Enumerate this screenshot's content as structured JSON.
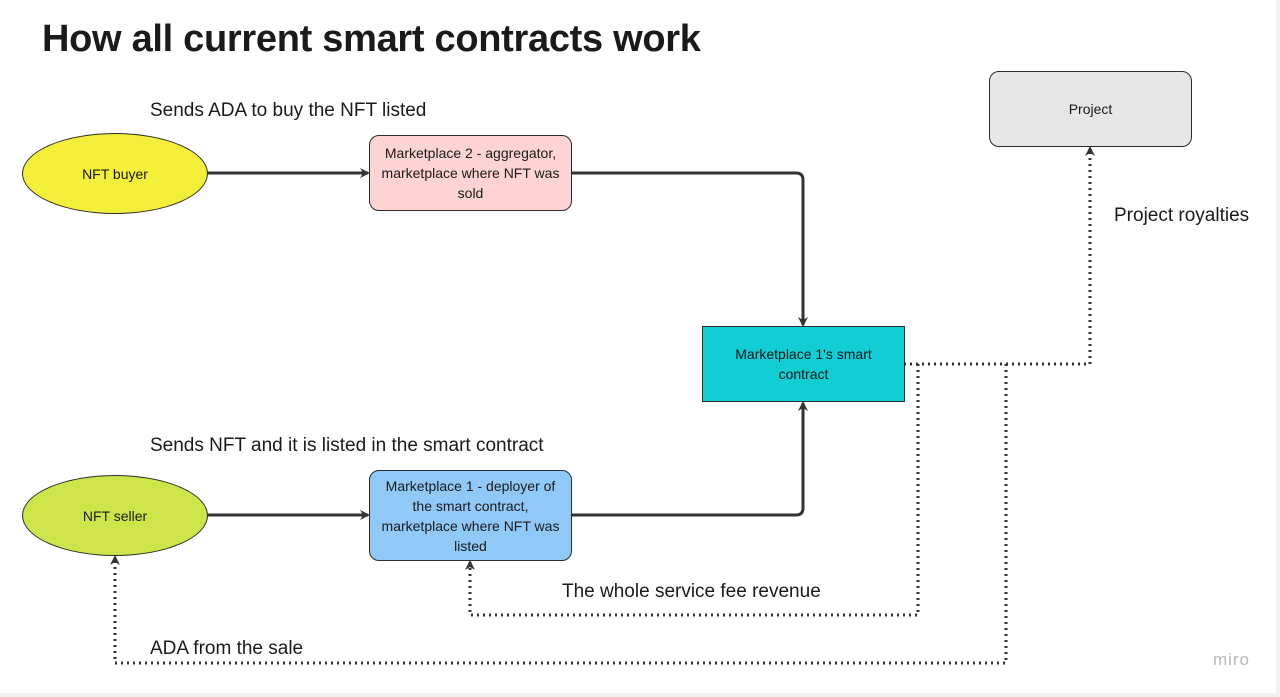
{
  "title": "How all current smart contracts work",
  "nodes": {
    "nft_buyer": "NFT buyer",
    "nft_seller": "NFT seller",
    "marketplace_2": "Marketplace 2 - aggregator, marketplace where NFT was sold",
    "marketplace_1": "Marketplace 1 - deployer of the smart contract, marketplace where NFT was listed",
    "smart_contract": "Marketplace 1's smart contract",
    "project": "Project"
  },
  "edge_labels": {
    "buyer_sends": "Sends ADA to buy the NFT listed",
    "seller_sends": "Sends NFT and it is listed in the smart contract",
    "royalties": "Project royalties",
    "service_fee": "The whole service fee revenue",
    "sale_proceeds": "ADA from the sale"
  },
  "watermark": "miro",
  "colors": {
    "nft_buyer": "#f2ee3a",
    "nft_seller": "#cde54a",
    "marketplace_2": "#fdd3d3",
    "marketplace_1": "#90c8f8",
    "smart_contract": "#12cdd4",
    "project": "#e7e7e7",
    "line": "#333333"
  }
}
